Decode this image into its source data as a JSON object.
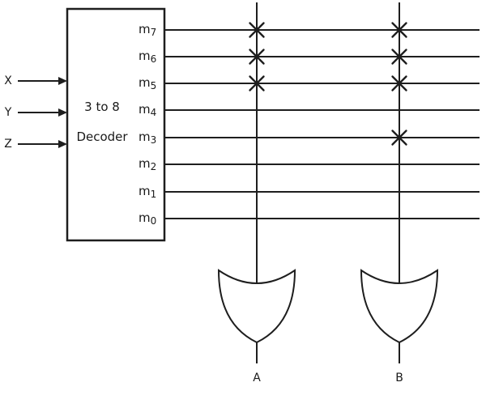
{
  "diagram": {
    "type": "logic-circuit",
    "decoder": {
      "title_line1": "3 to 8",
      "title_line2": "Decoder",
      "inputs": [
        {
          "label": "X"
        },
        {
          "label": "Y"
        },
        {
          "label": "Z"
        }
      ],
      "outputs": [
        {
          "base": "m",
          "sub": "7"
        },
        {
          "base": "m",
          "sub": "6"
        },
        {
          "base": "m",
          "sub": "5"
        },
        {
          "base": "m",
          "sub": "4"
        },
        {
          "base": "m",
          "sub": "3"
        },
        {
          "base": "m",
          "sub": "2"
        },
        {
          "base": "m",
          "sub": "1"
        },
        {
          "base": "m",
          "sub": "0"
        }
      ]
    },
    "gates": [
      {
        "label": "A",
        "type": "OR",
        "connected_minterms": [
          "m7",
          "m6",
          "m5"
        ]
      },
      {
        "label": "B",
        "type": "OR",
        "connected_minterms": [
          "m7",
          "m6",
          "m5",
          "m3"
        ]
      }
    ],
    "colors": {
      "line": "#1e1e1e",
      "background": "#ffffff"
    }
  }
}
